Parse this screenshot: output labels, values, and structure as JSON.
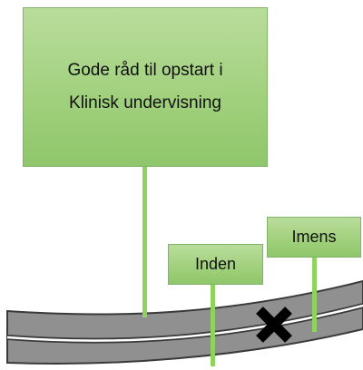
{
  "diagram": {
    "main_box": {
      "line1": "Gode råd til opstart i",
      "line2": "Klinisk undervisning"
    },
    "before_box": {
      "label": "Inden"
    },
    "during_box": {
      "label": "Imens"
    },
    "marker": {
      "icon": "x-mark-icon"
    },
    "colors": {
      "box_fill_top": "#b9dd9c",
      "box_fill_bottom": "#8fc66b",
      "box_border": "#82b366",
      "pole": "#8fd25f",
      "road_outline": "#3a3a3a",
      "road_fill": "#909090",
      "road_stripe": "#ffffff"
    }
  }
}
